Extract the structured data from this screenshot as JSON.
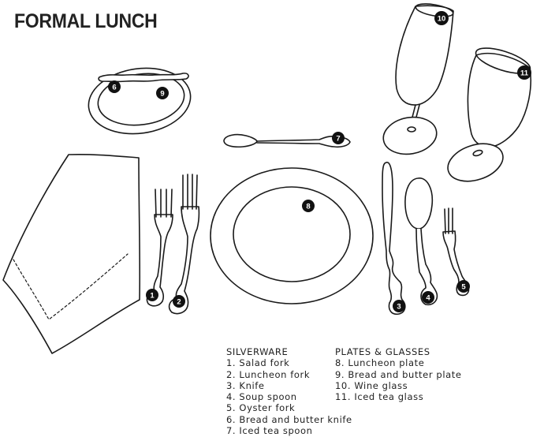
{
  "title": "FORMAL LUNCH",
  "legend": {
    "silverware": {
      "heading": "SILVERWARE",
      "items": [
        "1. Salad fork",
        "2. Luncheon fork",
        "3. Knife",
        "4. Soup spoon",
        "5. Oyster fork",
        "6. Bread and butter knife",
        "7. Iced tea spoon"
      ]
    },
    "plates_glasses": {
      "heading": "PLATES & GLASSES",
      "items": [
        "8. Luncheon plate",
        "9. Bread and butter plate",
        "10. Wine glass",
        "11. Iced tea glass"
      ]
    }
  },
  "badges": {
    "salad_fork": "1",
    "luncheon_fork": "2",
    "knife": "3",
    "soup_spoon": "4",
    "oyster_fork": "5",
    "butter_knife": "6",
    "tea_spoon": "7",
    "luncheon_plate": "8",
    "bread_plate": "9",
    "wine_glass": "10",
    "tea_glass": "11"
  },
  "colors": {
    "ink": "#1a1a1a",
    "paper": "#ffffff"
  }
}
